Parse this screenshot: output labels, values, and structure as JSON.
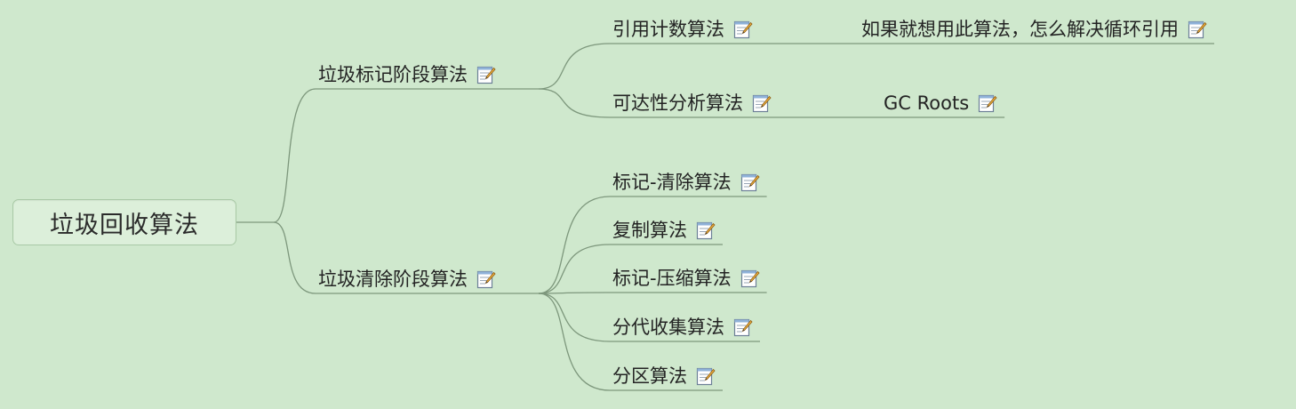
{
  "root": {
    "label": "垃圾回收算法"
  },
  "branches": [
    {
      "label": "垃圾标记阶段算法",
      "children": [
        {
          "label": "引用计数算法",
          "children": [
            {
              "label": "如果就想用此算法，怎么解决循环引用"
            }
          ]
        },
        {
          "label": "可达性分析算法",
          "children": [
            {
              "label": "GC Roots"
            }
          ]
        }
      ]
    },
    {
      "label": "垃圾清除阶段算法",
      "children": [
        {
          "label": "标记-清除算法"
        },
        {
          "label": "复制算法"
        },
        {
          "label": "标记-压缩算法"
        },
        {
          "label": "分代收集算法"
        },
        {
          "label": "分区算法"
        }
      ]
    }
  ],
  "note_icon": "note-pencil-icon",
  "colors": {
    "background": "#cfe8cd",
    "connector": "#7d977c",
    "root_fill": "#dcefda"
  }
}
